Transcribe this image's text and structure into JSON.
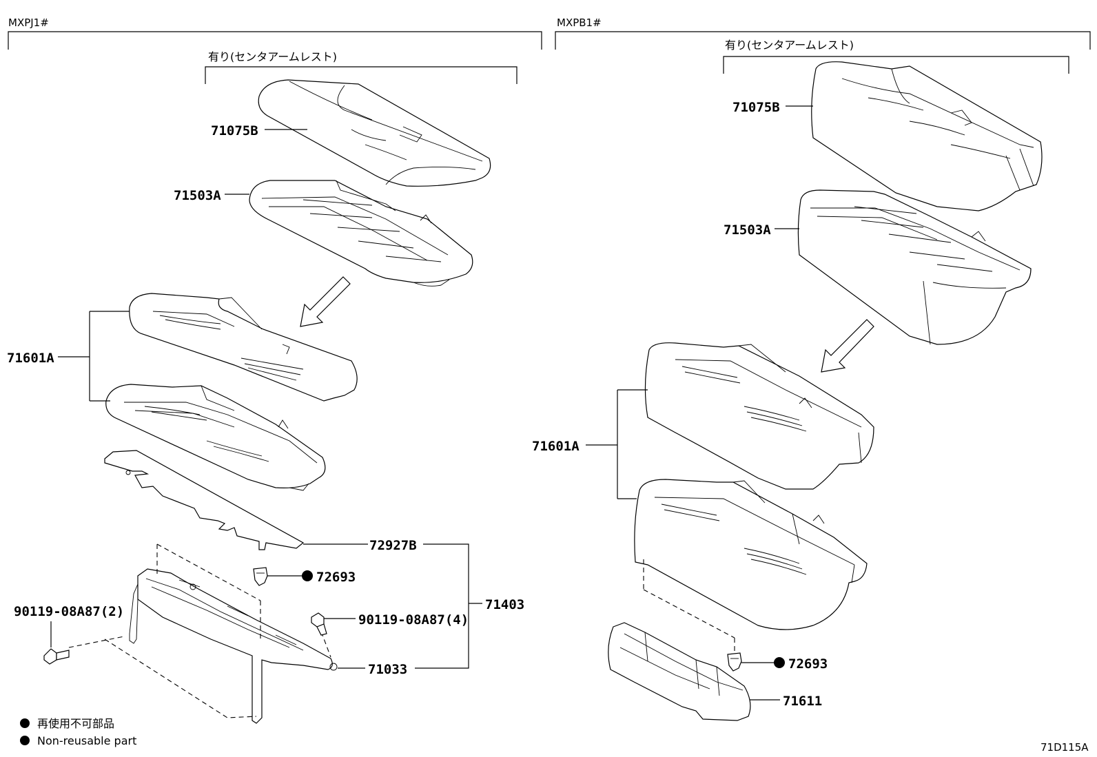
{
  "groups": {
    "left": {
      "model": "MXPJ1#",
      "armrest": "有り(センタアームレスト)"
    },
    "right": {
      "model": "MXPB1#",
      "armrest": "有り(センタアームレスト)"
    }
  },
  "labels": {
    "left": {
      "cover": "71075B",
      "pad_upper": "71503A",
      "cushion": "71601A",
      "protector": "72927B",
      "clip": "72693",
      "bolt_left": "90119-08A87(2)",
      "bolt_right": "90119-08A87(4)",
      "assembly": "71403",
      "frame": "71033"
    },
    "right": {
      "cover": "71075B",
      "pad_upper": "71503A",
      "cushion": "71601A",
      "clip": "72693",
      "sub_part": "71611"
    }
  },
  "legend": {
    "jp": "再使用不可部品",
    "en": "Non-reusable part"
  },
  "figure_code": "71D115A"
}
